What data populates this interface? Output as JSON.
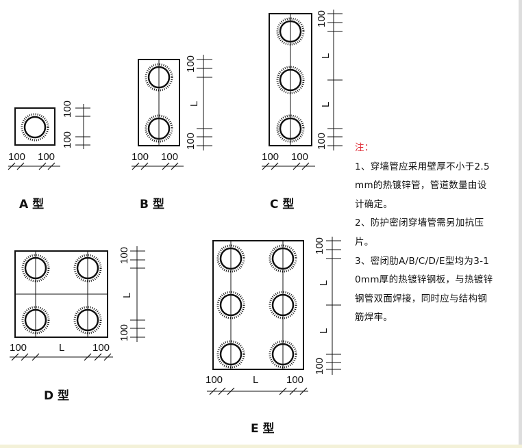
{
  "figures": {
    "A": {
      "label": "A 型",
      "dim_100": "100"
    },
    "B": {
      "label": "B 型",
      "dim_100": "100",
      "dim_L": "L"
    },
    "C": {
      "label": "C 型",
      "dim_100": "100",
      "dim_L": "L"
    },
    "D": {
      "label": "D 型",
      "dim_100": "100",
      "dim_L": "L"
    },
    "E": {
      "label": "E 型",
      "dim_100": "100",
      "dim_L": "L"
    }
  },
  "notes": {
    "title": "注：",
    "lines": [
      "1、穿墙管应采用壁厚不小于2.5",
      "mm的热镀锌管，管道数量由设",
      "计确定。",
      "2、防护密闭穿墙管需另加抗压",
      "片。",
      "3、密闭肋A/B/C/D/E型均为3-1",
      "0mm厚的热镀锌钢板，与热镀锌",
      "钢管双面焊接，同时应与结构钢",
      "筋焊牢。"
    ]
  }
}
